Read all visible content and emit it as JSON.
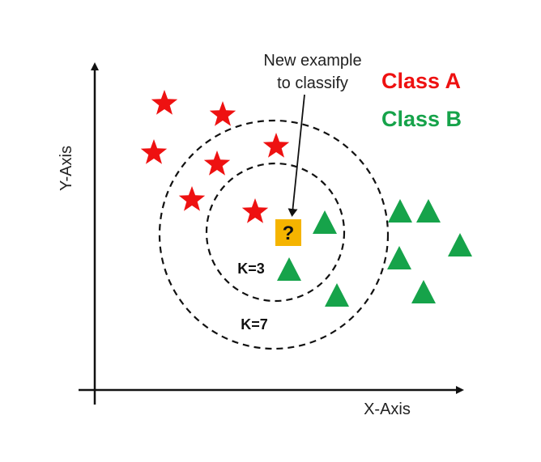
{
  "labels": {
    "x_axis": "X-Axis",
    "y_axis": "Y-Axis",
    "annotation_line1": "New example",
    "annotation_line2": "to classify",
    "k_inner": "K=3",
    "k_outer": "K=7",
    "query_mark": "?"
  },
  "legend": {
    "class_a": "Class A",
    "class_b": "Class B"
  },
  "colors": {
    "class_a": "#ee1111",
    "class_b": "#16a34a",
    "query": "#f5b400",
    "axis": "#111111",
    "circle": "#111111"
  },
  "icons": {
    "class_a_marker": "star",
    "class_b_marker": "triangle",
    "query_marker": "question-square"
  }
}
